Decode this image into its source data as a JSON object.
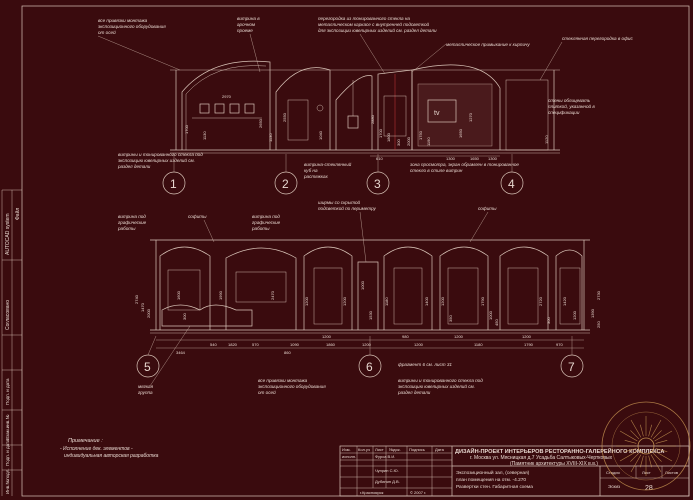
{
  "notes_top": [
    "все привязки монтажа",
    "экспозиционного оборудования",
    "от осей",
    "витрина в",
    "арочном",
    "проеме",
    "перегородка из тонированного стекла на",
    "металлическом каркасе с внутренней подсветкой",
    "для экспозиции ювелирных изделий см. раздел детали",
    "металлическое примыкание к кирпичу",
    "стеклянная перегородка в офис",
    "стены облицевать",
    "плиткой, указанной в",
    "спецификации",
    "витрины и тонированного стекла под",
    "экспозицию ювелирных изделий см.",
    "раздел детали",
    "витрина-стеклянный",
    "куб на",
    "растяжках",
    "зона просмотра, экран обрамлен в тонированное",
    "стекло в стиле витрин"
  ],
  "notes_mid": [
    "витрина под",
    "графические",
    "работы",
    "софиты",
    "витрина под",
    "графические",
    "работы",
    "ширмы со скрытой",
    "подсветкой по периметру",
    "софиты",
    "фрагмент 6 см. лист 31"
  ],
  "notes_bottom": [
    "мягкая",
    "группа",
    "все привязки монтажа",
    "экспозиционного оборудования",
    "от осей",
    "витрины и тонированного стекла под",
    "экспозицию ювелирных изделий см.",
    "раздел детали"
  ],
  "remark": {
    "title": "Примечание :",
    "line1": "- Исполнение дек. элементов -",
    "line2": "индивидуальная авторская разработка"
  },
  "markers": [
    "1",
    "2",
    "3",
    "4",
    "5",
    "6",
    "7"
  ],
  "tv_label": "tv",
  "dims_top": [
    "2970",
    "1700",
    "1130",
    "2650",
    "1130",
    "2550",
    "1040",
    "2880",
    "1700",
    "1800",
    "300",
    "2000",
    "610",
    "1750",
    "1190",
    "1650",
    "1300",
    "1650",
    "1300",
    "1270",
    "1120"
  ],
  "dims_mid": [
    "2740",
    "1470",
    "2000",
    "1600",
    "300",
    "1990",
    "2470",
    "1200",
    "1200",
    "1180",
    "1000",
    "1530",
    "1400",
    "1200",
    "350",
    "1790",
    "1000",
    "450",
    "2720",
    "300",
    "1420",
    "1200",
    "2730",
    "1390",
    "250"
  ],
  "dims_low": [
    "3464",
    "540",
    "1820",
    "570",
    "1090",
    "860",
    "1200",
    "1860",
    "1200",
    "980",
    "1200",
    "1200",
    "1180",
    "1200",
    "1790",
    "970"
  ],
  "side_stamps": [
    "AUTOCAD system",
    "Файл",
    "Согласовано",
    "Подп. и дата",
    "Взам.инв.№",
    "Подп. и дата",
    "Инв.№подл."
  ],
  "title_block": {
    "headers": [
      "Изм.",
      "Кол.уч",
      "Лист",
      "№док.",
      "Подпись",
      "Дата"
    ],
    "role": "исполн.",
    "people": [
      "Фурса В.И.",
      "Чуприн С.Ю.",
      "Дубинин Д.В."
    ],
    "city": "г.Красноярск",
    "year": "© 2007 г.",
    "project_line1": "ДИЗАЙН-ПРОЕКТ ИНТЕРЬЕРОВ РЕСТОРАННО-ГАЛЕРЕЙНОГО КОМПЛЕКСА",
    "project_line2": "г. Москва ул. Мясницкая д.7  Усадьба Салтыковых-Чертковых",
    "project_line3": "(Памятник архитектуры XVIII-XIX в.в.)",
    "sheet_desc1": "Экспозиционный зал, (северная)",
    "sheet_desc2": "план помещения на отм. -4.270",
    "sheet_desc3": "Развертки стен. Габаритная схема",
    "col_stage": "Стадия",
    "col_sheet": "Лист",
    "col_sheets": "Листов",
    "stage": "Эскиз",
    "sheet_no": "28"
  },
  "colors": {
    "background": "#3a0b0e",
    "lines": "#d9c4b8",
    "text": "#e8d8d0",
    "accent": "#c83a3a",
    "stamp": "#d9a55a"
  }
}
